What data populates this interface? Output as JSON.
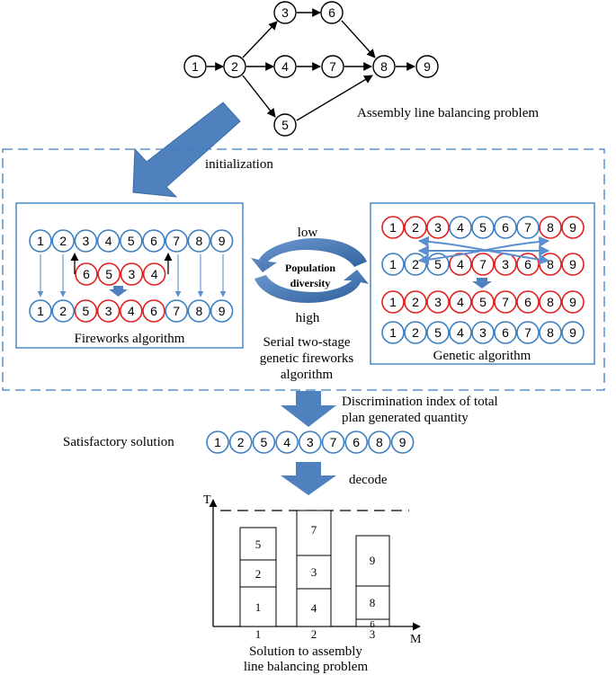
{
  "graph": {
    "nodes": [
      "1",
      "2",
      "3",
      "4",
      "5",
      "6",
      "7",
      "8",
      "9"
    ],
    "caption": "Assembly line balancing problem"
  },
  "labels": {
    "initialization": "initialization",
    "fireworks": "Fireworks algorithm",
    "genetic": "Genetic algorithm",
    "low": "low",
    "high": "high",
    "population_line1": "Population",
    "population_line2": "diversity",
    "serial_line1": "Serial two-stage",
    "serial_line2": "genetic fireworks",
    "serial_line3": "algorithm",
    "discrimination_line1": "Discrimination index of total",
    "discrimination_line2": "plan generated quantity",
    "satisfactory": "Satisfactory solution",
    "decode": "decode",
    "solution_line1": "Solution to assembly",
    "solution_line2": "line balancing problem"
  },
  "fireworks": {
    "top": [
      "1",
      "2",
      "3",
      "4",
      "5",
      "6",
      "7",
      "8",
      "9"
    ],
    "mid": [
      "6",
      "5",
      "3",
      "4"
    ],
    "bottom": [
      "1",
      "2",
      "5",
      "3",
      "4",
      "6",
      "7",
      "8",
      "9"
    ]
  },
  "genetic": {
    "row1": [
      "1",
      "2",
      "3",
      "4",
      "5",
      "6",
      "7",
      "8",
      "9"
    ],
    "row2": [
      "1",
      "2",
      "5",
      "4",
      "7",
      "3",
      "6",
      "8",
      "9"
    ],
    "row3": [
      "1",
      "2",
      "3",
      "4",
      "5",
      "7",
      "6",
      "8",
      "9"
    ],
    "row4": [
      "1",
      "2",
      "5",
      "4",
      "3",
      "6",
      "7",
      "8",
      "9"
    ]
  },
  "satisfactory_sequence": [
    "1",
    "2",
    "5",
    "4",
    "3",
    "7",
    "6",
    "8",
    "9"
  ],
  "colors": {
    "blue": "#3c7fc1",
    "red": "#e02020",
    "arrow_fill": "#4e81bd",
    "dash": "#3c7fc1",
    "black": "#000000"
  },
  "gantt": {
    "y_axis": "T",
    "x_axis": "M",
    "machines": [
      {
        "label": "1",
        "tasks": [
          "1",
          "2",
          "5"
        ]
      },
      {
        "label": "2",
        "tasks": [
          "4",
          "3",
          "7"
        ]
      },
      {
        "label": "3",
        "tasks": [
          "6",
          "8",
          "9"
        ]
      }
    ]
  }
}
